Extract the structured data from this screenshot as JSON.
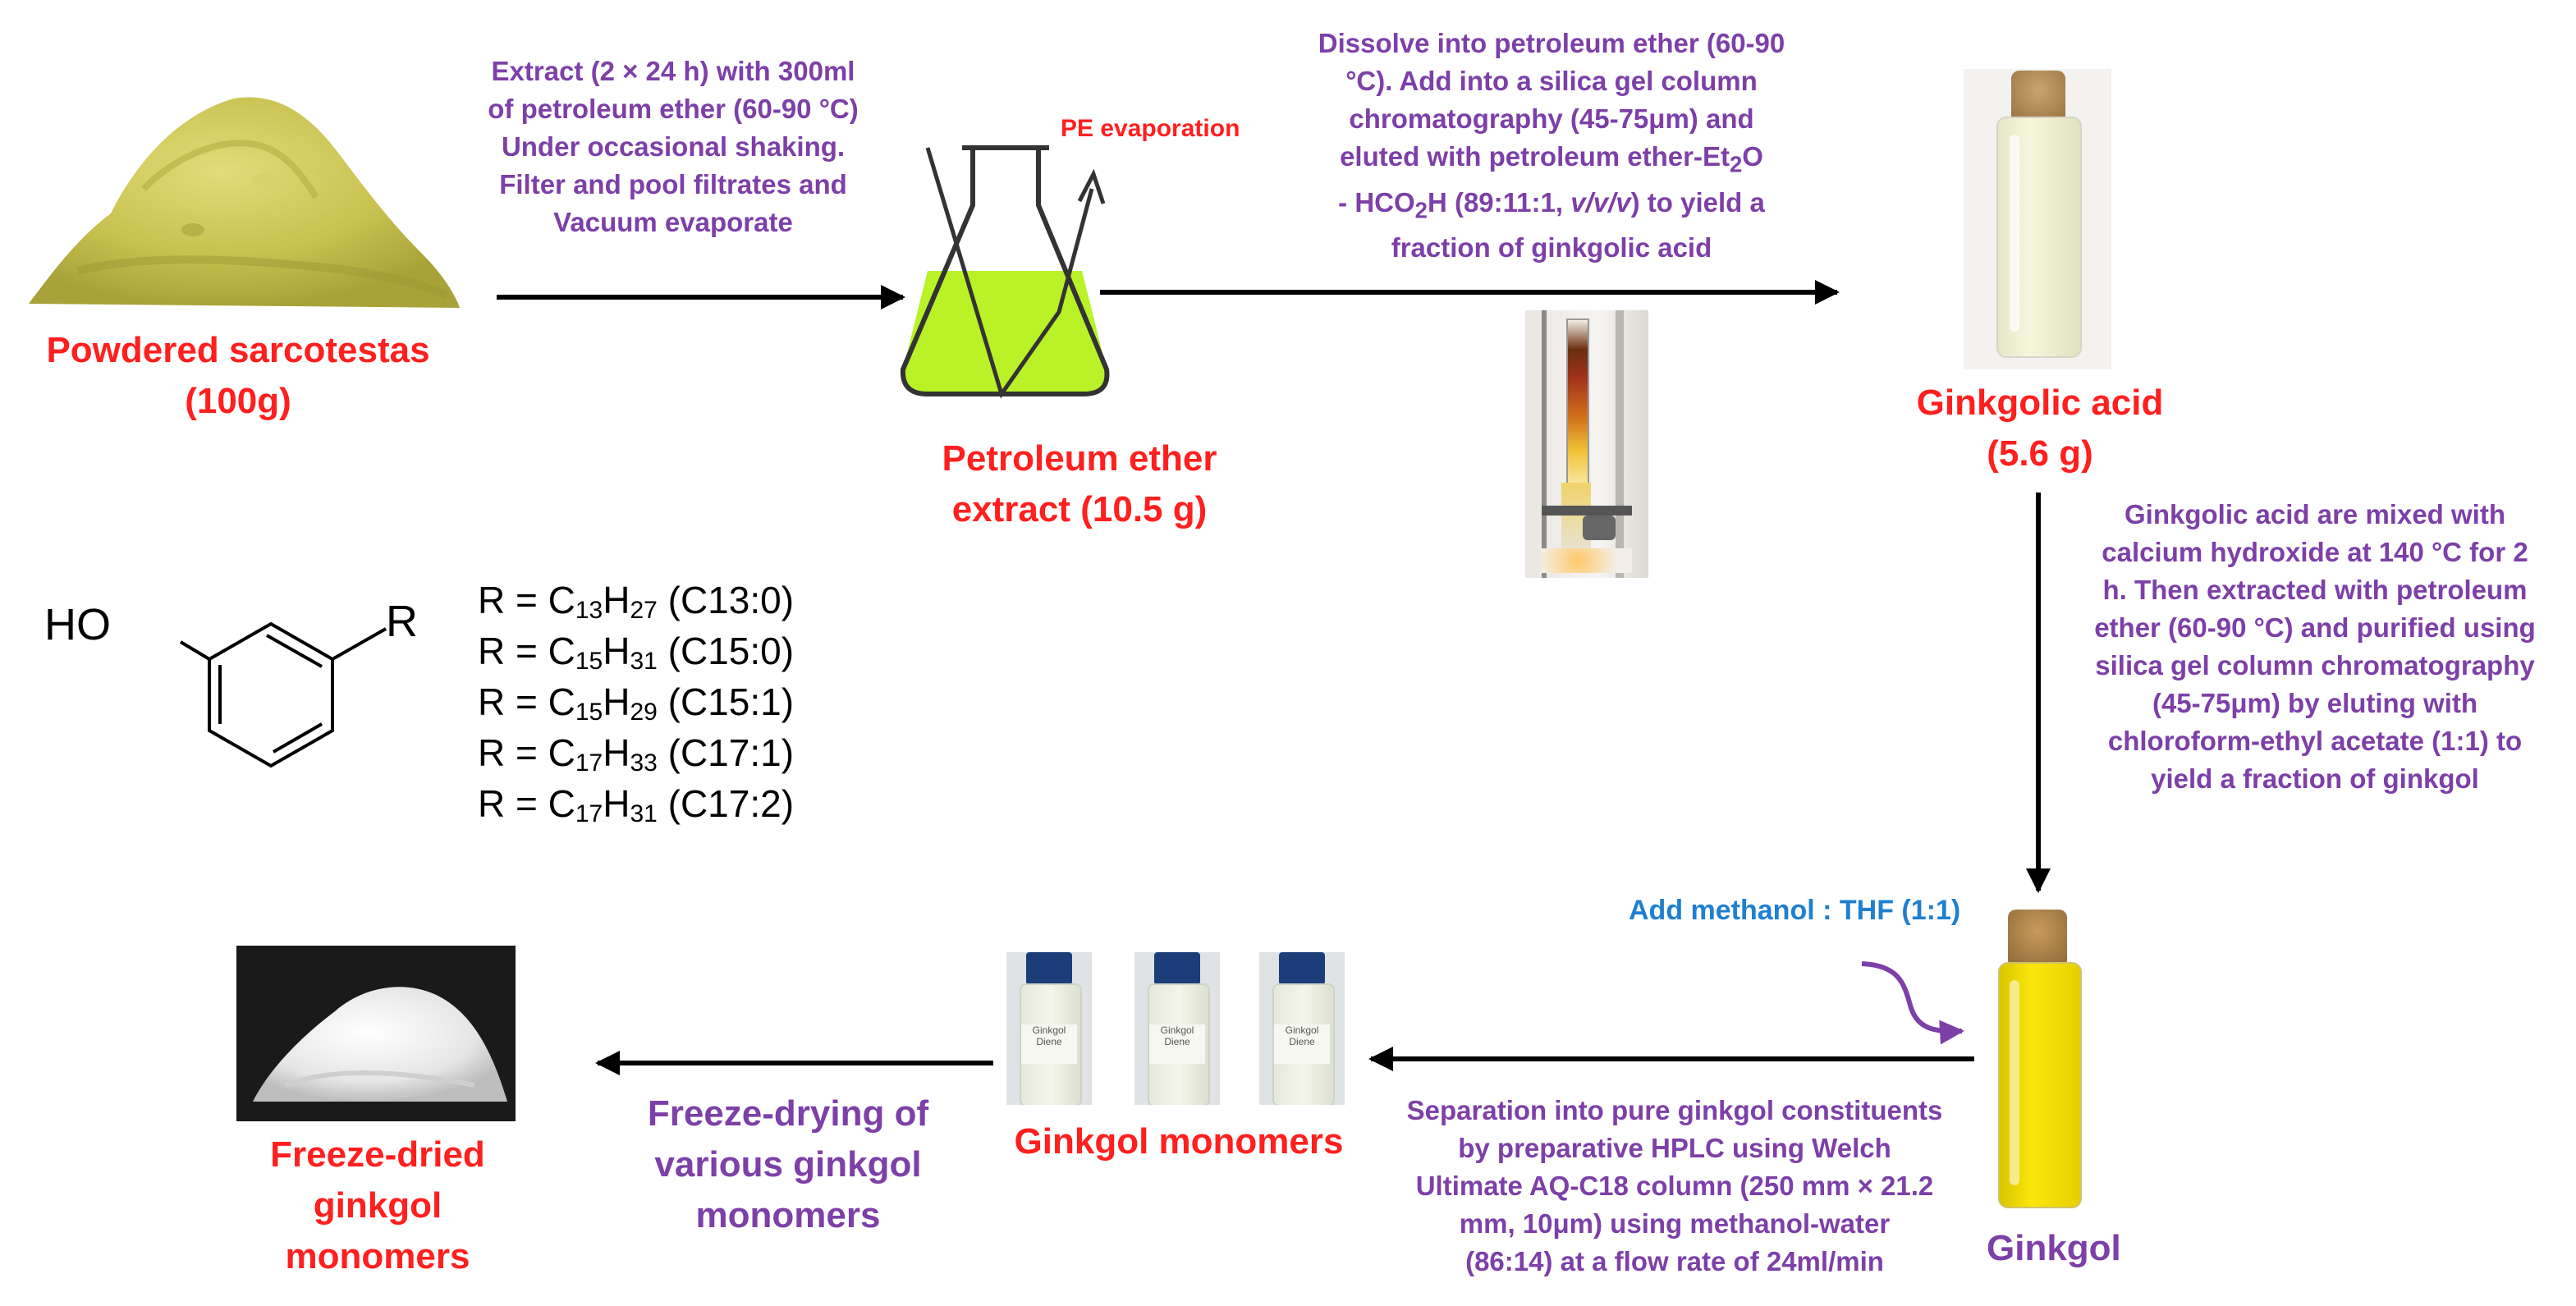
{
  "colors": {
    "product": "#ff1f1f",
    "step": "#7d3fa8",
    "solvent_note": "#1f7fd0",
    "arrow": "#000000",
    "extract_liquid": "#b8f227"
  },
  "nodes": {
    "powder": {
      "label_line1": "Powdered sarcotestas",
      "label_line2": "(100g)"
    },
    "pe_extract": {
      "label_line1": "Petroleum ether",
      "label_line2": "extract (10.5 g)"
    },
    "ginkgolic_acid": {
      "label_line1": "Ginkgolic acid",
      "label_line2": "(5.6 g)"
    },
    "ginkgol": {
      "label": "Ginkgol"
    },
    "monomers": {
      "label": "Ginkgol monomers"
    },
    "freeze_dried": {
      "label_line1": "Freeze-dried",
      "label_line2": "ginkgol",
      "label_line3": "monomers"
    }
  },
  "steps": {
    "extraction": {
      "line1": "Extract (2 × 24 h) with 300ml",
      "line2": "of petroleum ether (60-90 °C)",
      "line3": "Under occasional shaking.",
      "line4": "Filter and pool filtrates and",
      "line5": "Vacuum evaporate"
    },
    "pe_evaporation": "PE evaporation",
    "column": {
      "line1": "Dissolve into petroleum ether (60-90",
      "line2": "°C). Add into a  silica gel column",
      "line3": "chromatography (45-75μm)  and",
      "line4_pre": "eluted with petroleum ether-Et",
      "line4_sub": "2",
      "line4_post": "O",
      "line5_pre": "- HCO",
      "line5_sub": "2",
      "line5_mid": "H (89:11:1, ",
      "line5_italic": "v/v/v",
      "line5_post": ") to yield a",
      "line6": "fraction of ginkgolic acid"
    },
    "decarboxylation": {
      "line1": "Ginkgolic acid are mixed with",
      "line2": "calcium hydroxide at 140  °C for 2",
      "line3": "h. Then extracted with petroleum",
      "line4": "ether (60-90 °C) and purified using",
      "line5": "silica gel column chromatography",
      "line6": "(45-75μm) by eluting with",
      "line7": "chloroform-ethyl acetate (1:1) to",
      "line8": "yield a fraction of ginkgol"
    },
    "add_methanol": "Add methanol : THF (1:1)",
    "hplc": {
      "line1": "Separation into pure ginkgol constituents",
      "line2": "by preparative HPLC using Welch",
      "line3": "Ultimate AQ-C18 column (250 mm × 21.2",
      "line4": "mm, 10μm) using methanol-water",
      "line5": "(86:14) at a flow rate of 24ml/min"
    },
    "freeze_drying": {
      "line1": "Freeze-drying of",
      "line2": "various ginkgol",
      "line3": "monomers"
    }
  },
  "structure": {
    "ho": "HO",
    "r": "R",
    "substituents": [
      {
        "pre": "R = C",
        "s1": "13",
        "mid": "H",
        "s2": "27",
        "post": " (C13:0)"
      },
      {
        "pre": "R = C",
        "s1": "15",
        "mid": "H",
        "s2": "31",
        "post": " (C15:0)"
      },
      {
        "pre": "R = C",
        "s1": "15",
        "mid": "H",
        "s2": "29",
        "post": " (C15:1)"
      },
      {
        "pre": "R = C",
        "s1": "17",
        "mid": "H",
        "s2": "33",
        "post": " (C17:1)"
      },
      {
        "pre": "R = C",
        "s1": "17",
        "mid": "H",
        "s2": "31",
        "post": " (C17:2)"
      }
    ]
  },
  "vial_label": "Ginkgol",
  "vial_label_2": "Diene"
}
